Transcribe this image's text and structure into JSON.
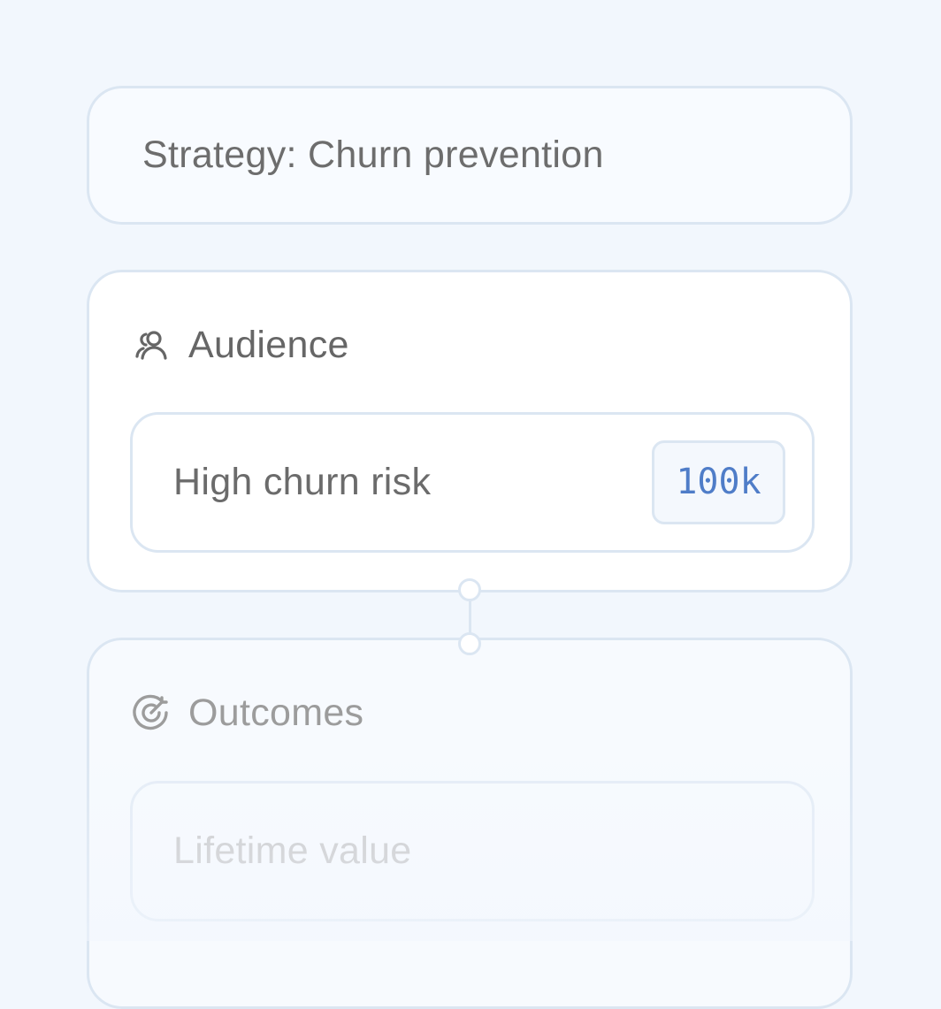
{
  "strategy": {
    "title": "Strategy: Churn prevention"
  },
  "audience": {
    "header_label": "Audience",
    "header_icon": "audience-icon",
    "segment": {
      "label": "High churn risk",
      "count": "100k"
    }
  },
  "outcomes": {
    "header_label": "Outcomes",
    "header_icon": "target-icon",
    "metric": {
      "label": "Lifetime value"
    }
  },
  "colors": {
    "background": "#f2f7fd",
    "card_border": "#dbe6f2",
    "accent": "#4f7dc8",
    "text": "#6b6b6b",
    "muted_text": "#9c9c9c"
  }
}
